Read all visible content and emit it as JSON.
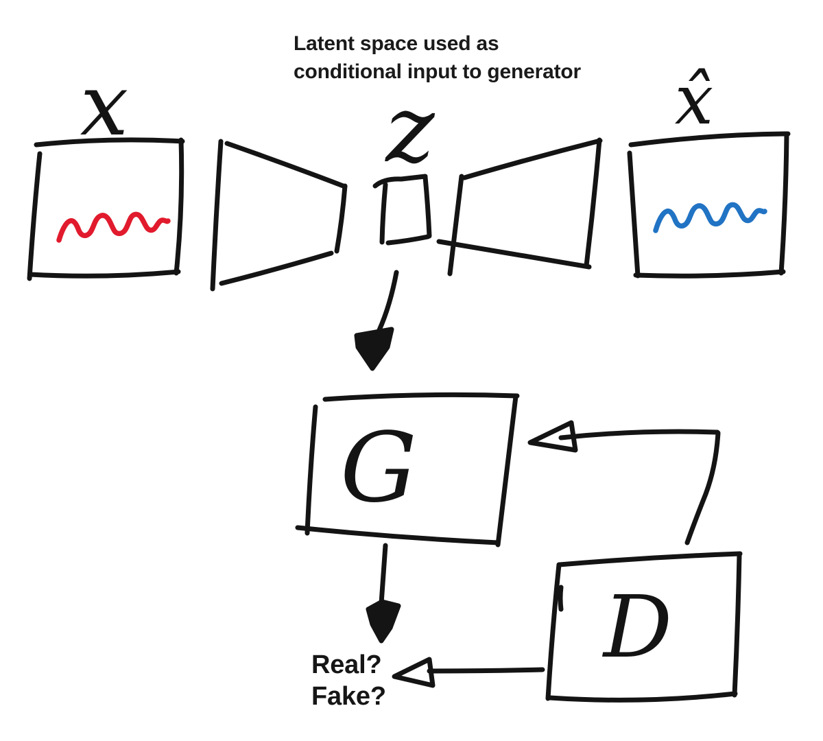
{
  "header": {
    "title": "Latent space used as\nconditional input to generator"
  },
  "diagram": {
    "labels": {
      "input": "x",
      "latent": "z",
      "reconstruction": "x̂",
      "generator": "G",
      "discriminator": "D"
    },
    "verdict": "Real?\nFake?",
    "colors": {
      "ink": "#141414",
      "input_wave": "#e11b2d",
      "reconstruction_wave": "#2173c4"
    }
  }
}
